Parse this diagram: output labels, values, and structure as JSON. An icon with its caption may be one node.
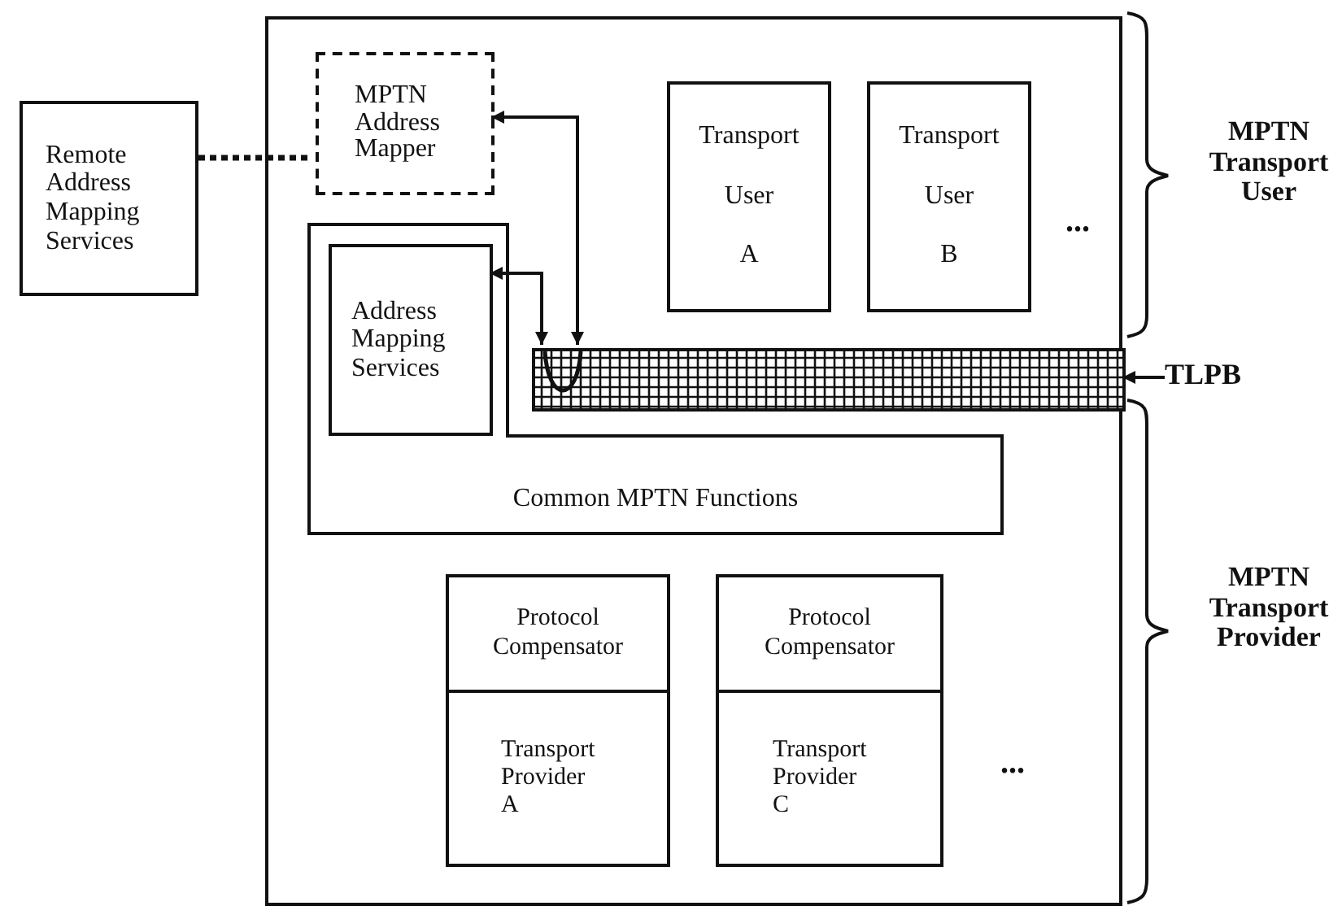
{
  "diagram": {
    "nodes": [
      {
        "text": [
          "Remote Address Mapping Services"
        ]
      },
      {
        "text": [],
        "shape": "box"
      },
      {
        "text": [
          "MPTN Address Mapper"
        ],
        "in": 1
      },
      {
        "text": [
          "Transport User A"
        ],
        "in": 1
      },
      {
        "text": [
          "Transport User B"
        ],
        "in": 1
      },
      {
        "text": [
          "Common MPTN Functions"
        ],
        "in": 1
      },
      {
        "text": [
          "Address Mapping Services"
        ],
        "in": 5
      },
      {
        "text": [],
        "shape": "bar",
        "in": 1
      },
      {
        "text": [
          "TLPB"
        ]
      },
      {
        "text": [
          "Protocol Compensator",
          "Transport Provider A"
        ],
        "in": 1
      },
      {
        "text": [
          "Protocol Compensator",
          "Transport Provider C"
        ],
        "in": 1
      }
    ],
    "edges": [
      {
        "from": 0,
        "to": 2,
        "arrow": "none",
        "style": "dashed"
      },
      {
        "from": 7,
        "to": 2,
        "arrow": "both"
      },
      {
        "from": 7,
        "to": 6,
        "arrow": "both"
      },
      {
        "from": 8,
        "to": 7,
        "arrow": "to"
      }
    ],
    "labels": [
      "...",
      "MPTN Transport User",
      "...",
      "MPTN Transport Provider"
    ]
  }
}
